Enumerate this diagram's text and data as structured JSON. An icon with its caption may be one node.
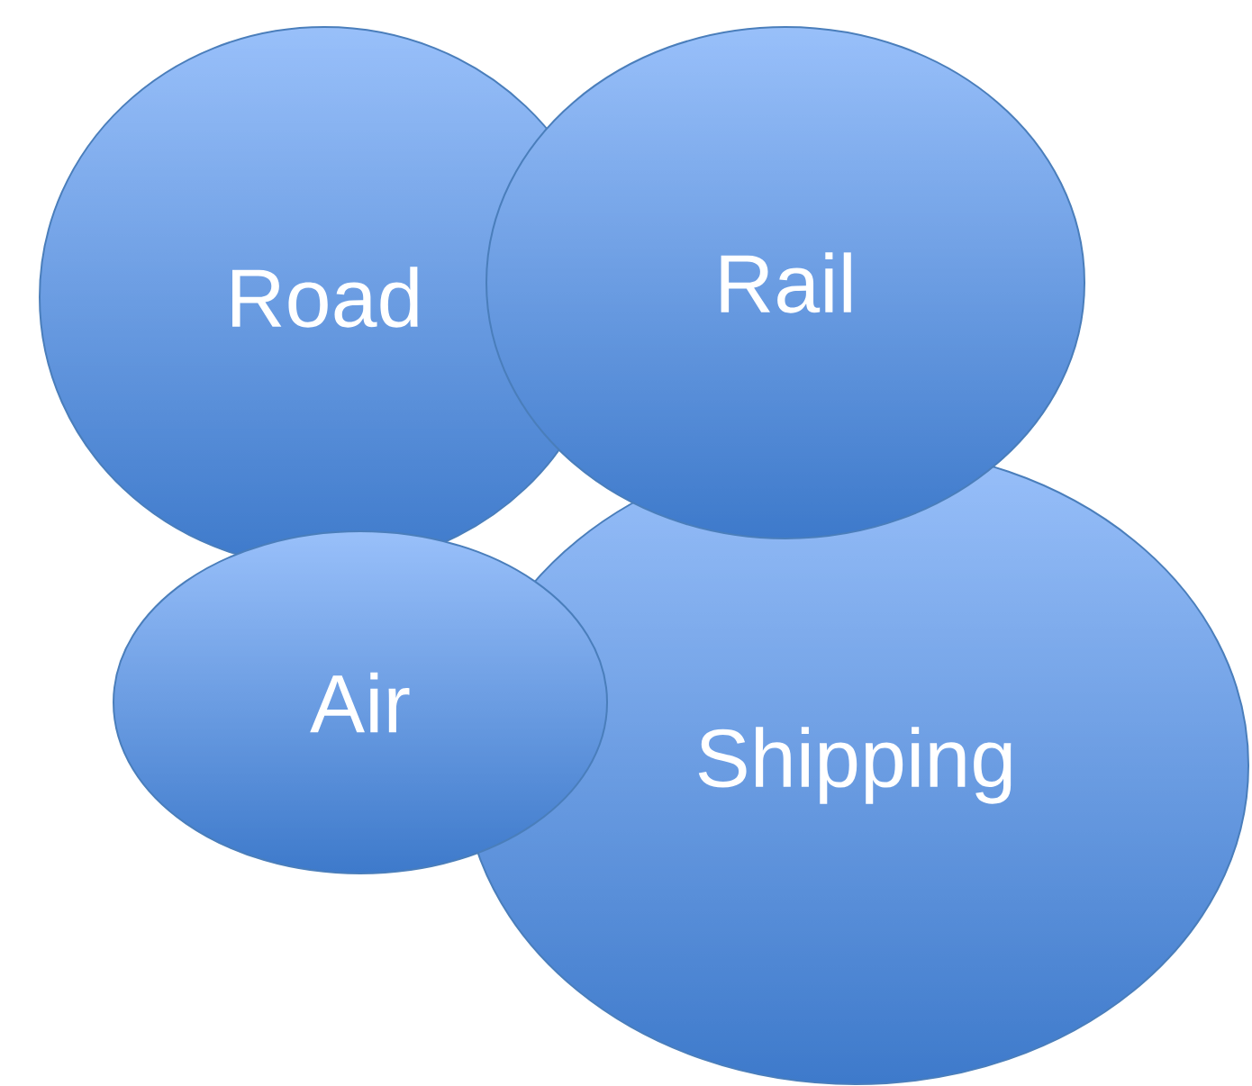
{
  "diagram": {
    "nodes": [
      {
        "text": [
          "Road"
        ]
      },
      {
        "text": [
          "Rail"
        ]
      },
      {
        "text": [
          "Air"
        ]
      },
      {
        "text": [
          "Shipping"
        ]
      }
    ]
  }
}
